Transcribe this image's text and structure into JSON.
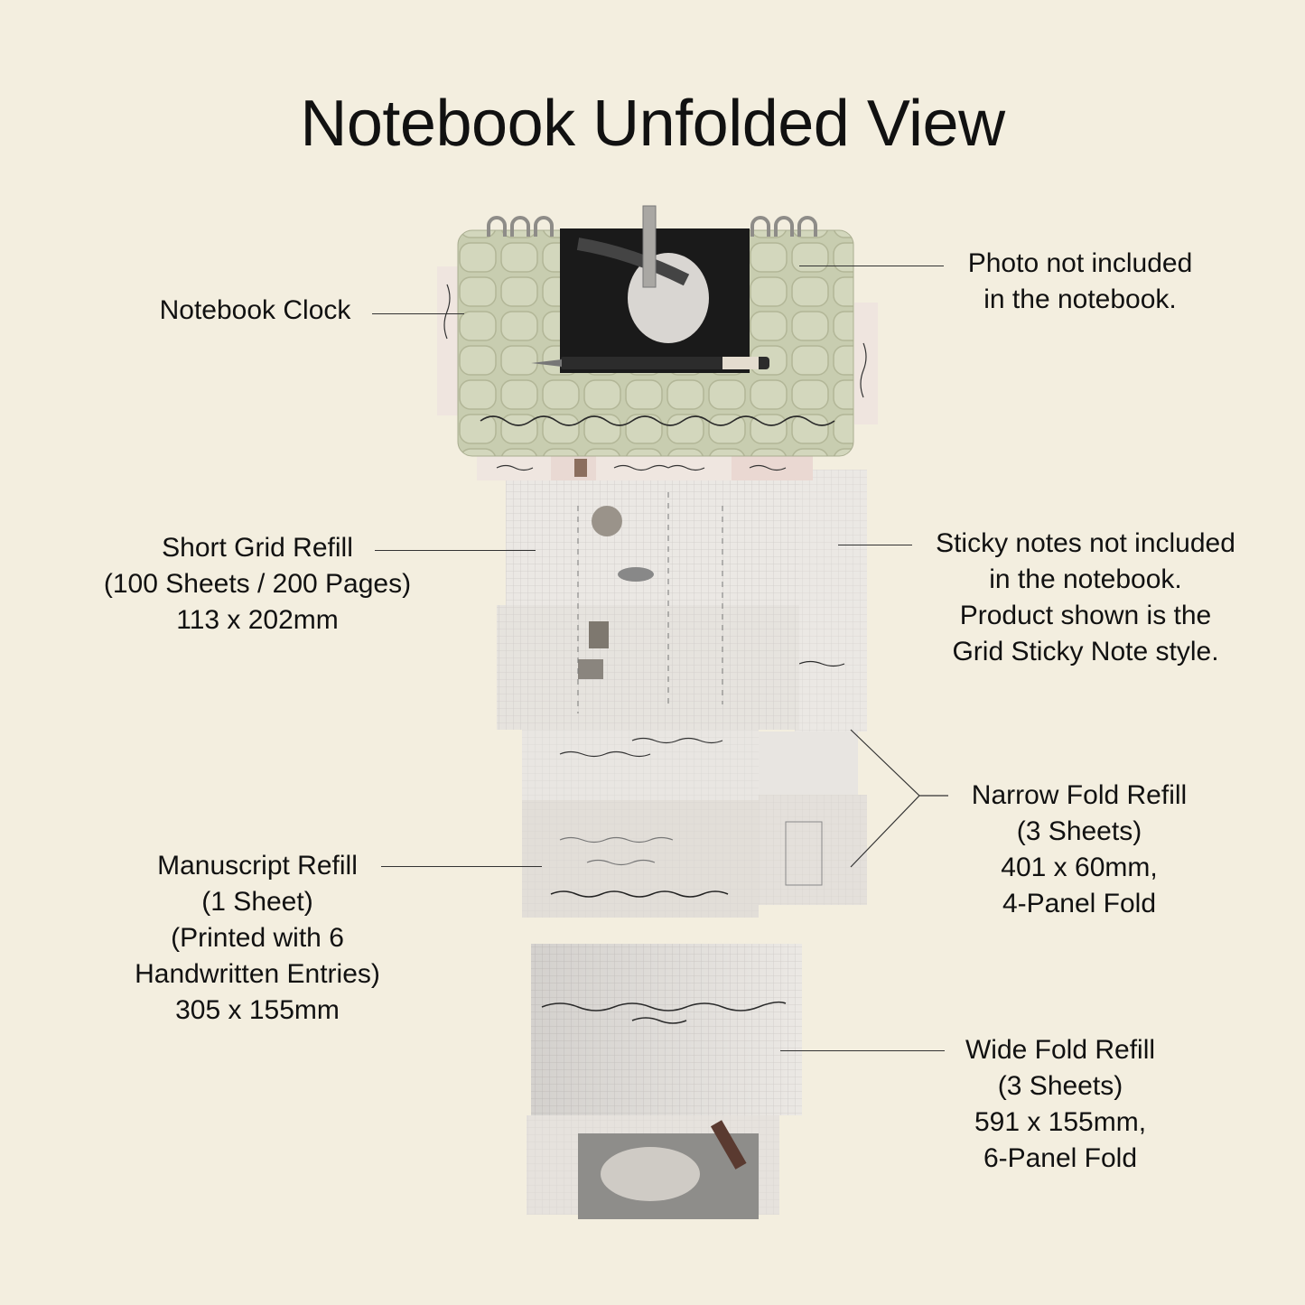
{
  "title": "Notebook Unfolded View",
  "labels": {
    "notebook_clock": [
      "Notebook Clock"
    ],
    "photo_note": [
      "Photo not included",
      "in the notebook."
    ],
    "short_grid": [
      "Short Grid Refill",
      "(100 Sheets / 200 Pages)",
      "113 x 202mm"
    ],
    "sticky_notes": [
      "Sticky notes not included",
      "in the notebook.",
      "Product shown is the",
      "Grid Sticky Note style."
    ],
    "narrow_fold": [
      "Narrow Fold Refill",
      "(3 Sheets)",
      "401 x 60mm,",
      "4-Panel Fold"
    ],
    "manuscript": [
      "Manuscript Refill",
      "(1 Sheet)",
      "(Printed with 6",
      "Handwritten Entries)",
      "305 x 155mm"
    ],
    "wide_fold": [
      "Wide Fold Refill",
      "(3 Sheets)",
      "591 x 155mm,",
      "6-Panel Fold"
    ]
  },
  "colors": {
    "background": "#f3eedf",
    "cover": "#c9cdb0",
    "paper": "#ece8e2",
    "grid": "#c9c6c4",
    "ink": "#2a2a2a"
  }
}
